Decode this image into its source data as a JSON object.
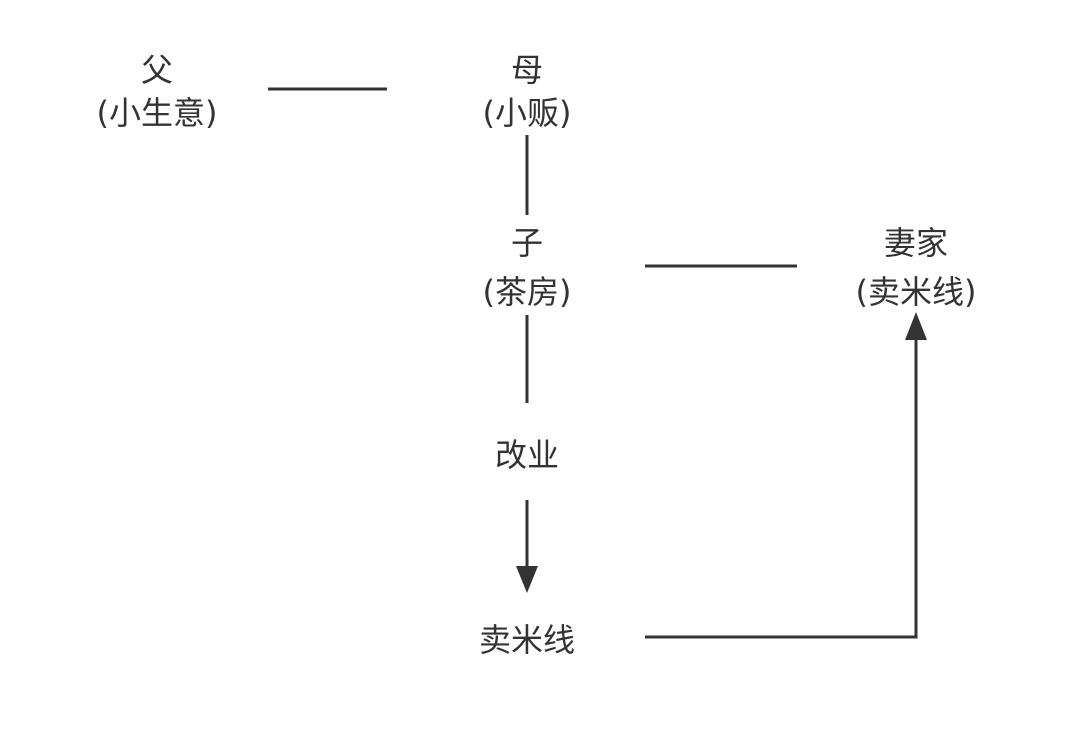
{
  "nodes": {
    "father": {
      "name": "父",
      "role": "(小生意)"
    },
    "mother": {
      "name": "母",
      "role": "(小贩)"
    },
    "son": {
      "name": "子",
      "role": "(茶房)"
    },
    "wife_family": {
      "name": "妻家",
      "role": "(卖米线)"
    },
    "change": {
      "name": "改业"
    },
    "rice_noodle": {
      "name": "卖米线"
    }
  },
  "colors": {
    "line": "#333333",
    "text": "#333333"
  }
}
